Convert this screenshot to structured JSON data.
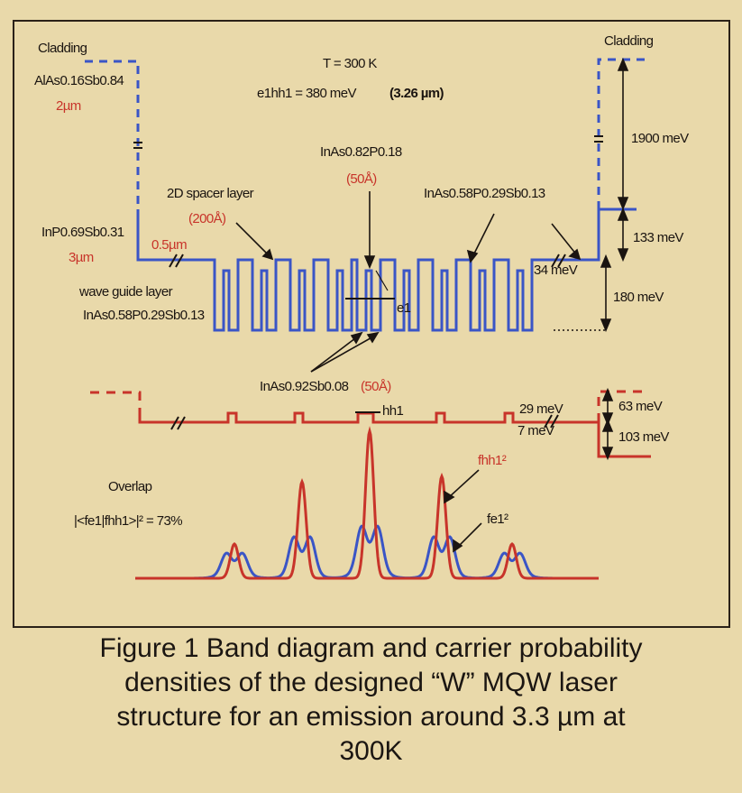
{
  "labels": {
    "cladding_left": "Cladding",
    "cladding_right": "Cladding",
    "temperature": "T = 300 K",
    "transition_energy": "e1hh1 = 380 meV",
    "transition_wavelength": "(3.26 µm)",
    "alassb_formula": "AlAs0.16Sb0.84",
    "alassb_thickness": "2µm",
    "inpsb_formula": "InP0.69Sb0.31",
    "inpsb_thickness": "3µm",
    "guide_thickness": "0.5µm",
    "waveguide_title": "wave guide layer",
    "waveguide_formula": "InAs0.58P0.29Sb0.13",
    "spacer_title": "2D spacer layer",
    "spacer_thickness": "(200Å)",
    "inasp_formula": "InAs0.82P0.18",
    "inasp_thickness": "(50Å)",
    "inaspsb_formula": "InAs0.58P0.29Sb0.13",
    "inassb_formula": "InAs0.92Sb0.08",
    "inassb_thickness": "(50Å)",
    "e1_level": "e1",
    "hh1_level": "hh1",
    "offset_1900": "1900 meV",
    "offset_133": "133 meV",
    "offset_34": "34 meV",
    "offset_180": "180 meV",
    "offset_29": "29 meV",
    "offset_7": "7 meV",
    "offset_63": "63 meV",
    "offset_103": "103 meV",
    "overlap_title": "Overlap",
    "overlap_value": "|<fe1|fhh1>|² = 73%",
    "fhh1_label": "fhh1²",
    "fe1_label": "fe1²"
  },
  "caption": {
    "line1": "Figure 1  Band diagram and carrier probability",
    "line2": "densities of the designed “W” MQW laser",
    "line3": "structure for an emission around 3.3 µm at",
    "line4": "300K"
  },
  "colors": {
    "conduction_band": "#3a55c6",
    "valence_band": "#c8342a",
    "background": "#e9d9aa",
    "text": "#1a1410"
  }
}
